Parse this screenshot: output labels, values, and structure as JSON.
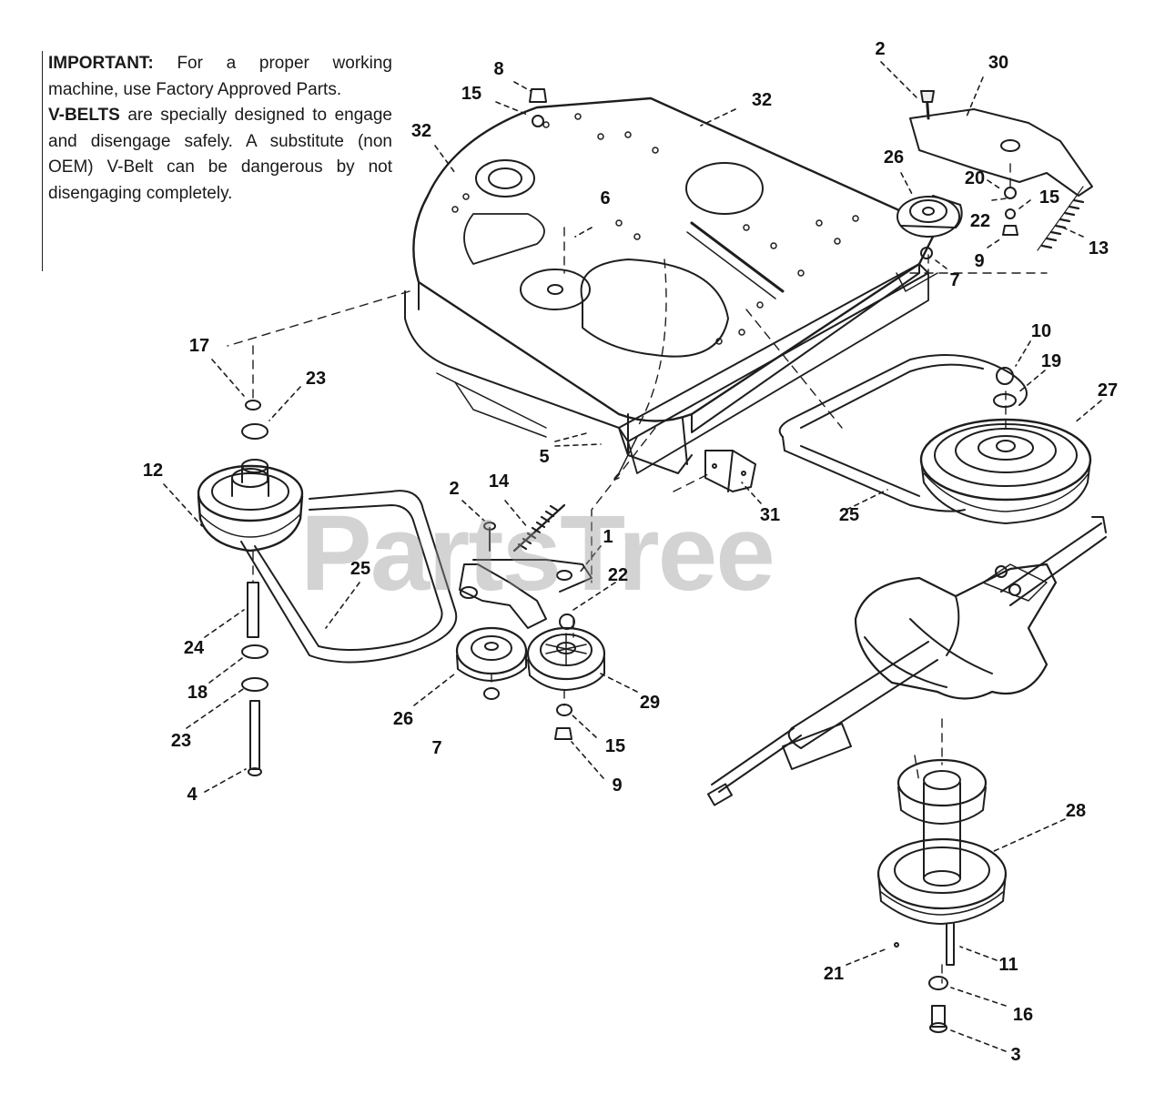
{
  "note": {
    "important_label": "IMPORTANT:",
    "important_text": "For a proper working machine, use Factory Approved Parts.",
    "vbelts_label": "V-BELTS",
    "vbelts_text": "are specially designed to engage and disengage safely.  A substitute (non OEM) V-Belt can be dangerous by not disengaging completely."
  },
  "watermark": "PartsTree",
  "callouts": [
    {
      "id": "c8a",
      "text": "8"
    },
    {
      "id": "c15a",
      "text": "15"
    },
    {
      "id": "c32a",
      "text": "32"
    },
    {
      "id": "c32b",
      "text": "32"
    },
    {
      "id": "c6",
      "text": "6"
    },
    {
      "id": "c2a",
      "text": "2"
    },
    {
      "id": "c30",
      "text": "30"
    },
    {
      "id": "c26a",
      "text": "26"
    },
    {
      "id": "c20",
      "text": "20"
    },
    {
      "id": "c22a",
      "text": "22"
    },
    {
      "id": "c15b",
      "text": "15"
    },
    {
      "id": "c9a",
      "text": "9"
    },
    {
      "id": "c13",
      "text": "13"
    },
    {
      "id": "c7a",
      "text": "7"
    },
    {
      "id": "c10",
      "text": "10"
    },
    {
      "id": "c19",
      "text": "19"
    },
    {
      "id": "c27",
      "text": "27"
    },
    {
      "id": "c17",
      "text": "17"
    },
    {
      "id": "c23a",
      "text": "23"
    },
    {
      "id": "c12",
      "text": "12"
    },
    {
      "id": "c5",
      "text": "5"
    },
    {
      "id": "c31",
      "text": "31"
    },
    {
      "id": "c25a",
      "text": "25"
    },
    {
      "id": "c14",
      "text": "14"
    },
    {
      "id": "c2b",
      "text": "2"
    },
    {
      "id": "c1",
      "text": "1"
    },
    {
      "id": "c22b",
      "text": "22"
    },
    {
      "id": "c25b",
      "text": "25"
    },
    {
      "id": "c24",
      "text": "24"
    },
    {
      "id": "c18",
      "text": "18"
    },
    {
      "id": "c23b",
      "text": "23"
    },
    {
      "id": "c26b",
      "text": "26"
    },
    {
      "id": "c29",
      "text": "29"
    },
    {
      "id": "c7b",
      "text": "7"
    },
    {
      "id": "c15c",
      "text": "15"
    },
    {
      "id": "c9b",
      "text": "9"
    },
    {
      "id": "c4",
      "text": "4"
    },
    {
      "id": "c28",
      "text": "28"
    },
    {
      "id": "c21",
      "text": "21"
    },
    {
      "id": "c11",
      "text": "11"
    },
    {
      "id": "c16",
      "text": "16"
    },
    {
      "id": "c3",
      "text": "3"
    }
  ]
}
